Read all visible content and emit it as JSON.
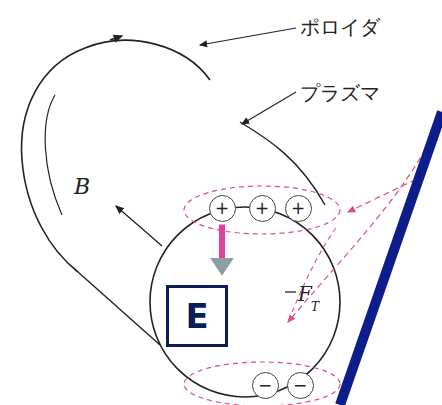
{
  "diagram": {
    "nodes": [
      {
        "text": [
          "+"
        ]
      },
      {
        "text": [
          "+"
        ]
      },
      {
        "text": [
          "+"
        ]
      },
      {
        "text": [
          "E"
        ]
      },
      {
        "text": [
          "−"
        ]
      },
      {
        "text": [
          "−"
        ]
      }
    ],
    "edges": [
      {
        "from": 0,
        "to": 3,
        "arrow": "to"
      }
    ],
    "labels": [
      "ポロイダ",
      "プラズマ",
      "B",
      "F",
      "T"
    ]
  }
}
